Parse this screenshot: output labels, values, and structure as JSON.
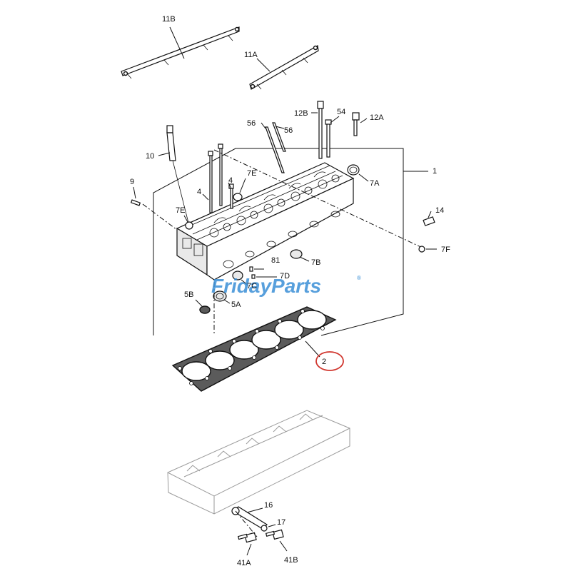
{
  "labels": {
    "l11B": "11B",
    "l11A": "11A",
    "l12B": "12B",
    "l54": "54",
    "l12A": "12A",
    "l56a": "56",
    "l56b": "56",
    "l10": "10",
    "l1": "1",
    "l7E_top": "7E",
    "l4a": "4",
    "l4b": "4",
    "l9": "9",
    "l7A": "7A",
    "l7E_left": "7E",
    "l14": "14",
    "l7F": "7F",
    "l81": "81",
    "l7B": "7B",
    "l7D": "7D",
    "l7C": "7C",
    "l5B": "5B",
    "l5A": "5A",
    "l2": "2",
    "l16": "16",
    "l17": "17",
    "l41A": "41A",
    "l41B": "41B"
  },
  "watermark": {
    "text": "FridayParts",
    "trademark": "®",
    "color": "#3a8fd6"
  },
  "highlight": {
    "part": "2",
    "color": "#d0342c"
  }
}
